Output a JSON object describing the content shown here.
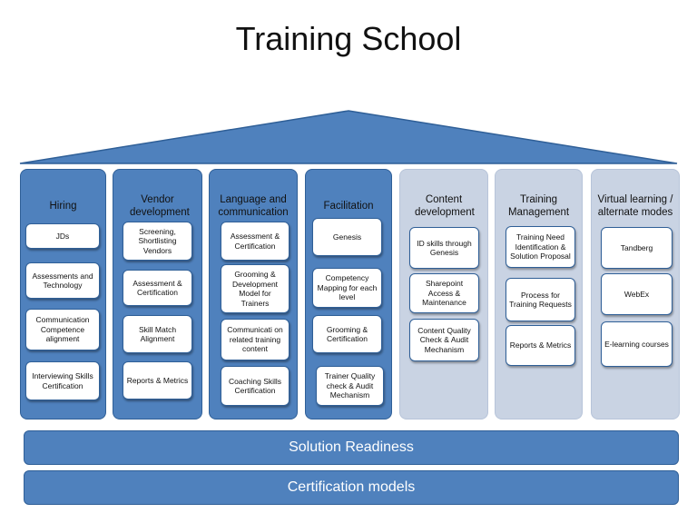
{
  "title": "Training School",
  "pillars": [
    {
      "title": "Hiring",
      "items": [
        "JDs",
        "Assessments and Technology",
        "Communication Competence alignment",
        "Interviewing Skills Certification"
      ]
    },
    {
      "title": "Vendor development",
      "items": [
        "Screening, Shortlisting Vendors",
        "Assessment & Certification",
        "Skill Match Alignment",
        "Reports & Metrics"
      ]
    },
    {
      "title": "Language and communication",
      "items": [
        "Assessment & Certification",
        "Grooming & Development Model for Trainers",
        "Communicati on related training content",
        "Coaching Skills Certification"
      ]
    },
    {
      "title": "Facilitation",
      "items": [
        "Genesis",
        "Competency Mapping for each level",
        "Grooming & Certification",
        "Trainer Quality check & Audit Mechanism"
      ]
    },
    {
      "title": "Content development",
      "items": [
        "ID skills through Genesis",
        "Sharepoint Access & Maintenance",
        "Content Quality Check & Audit Mechanism"
      ]
    },
    {
      "title": "Training Management",
      "items": [
        "Training Need Identification & Solution Proposal",
        "Process for Training Requests",
        "Reports & Metrics"
      ]
    },
    {
      "title": "Virtual learning / alternate modes",
      "items": [
        "Tandberg",
        "WebEx",
        "E-learning courses"
      ]
    }
  ],
  "foundation": [
    "Solution Readiness",
    "Certification models"
  ],
  "colors": {
    "pillar_dark": "#4f81bd",
    "pillar_light": "#c9d3e3",
    "border": "#2f5f97"
  }
}
